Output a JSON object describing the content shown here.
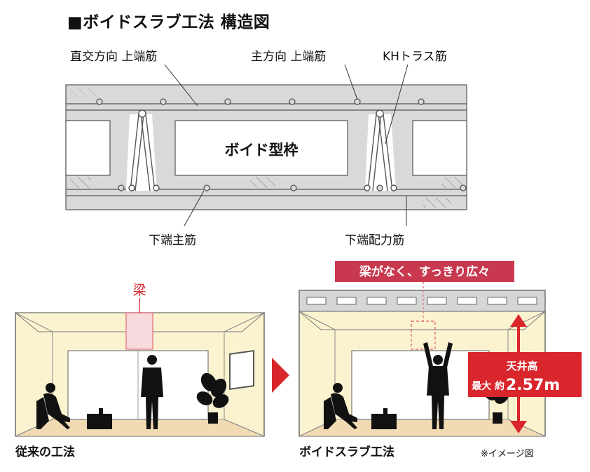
{
  "title": "■ボイドスラブ工法 構造図",
  "cross_section": {
    "labels": {
      "cross_top_rebar": "直交方向 上端筋",
      "main_top_rebar": "主方向 上端筋",
      "kh_truss": "KHトラス筋",
      "void_form": "ボイド型枠",
      "bottom_main_rebar": "下端主筋",
      "bottom_distribution_rebar": "下端配力筋"
    }
  },
  "comparison": {
    "beam_label": "梁",
    "no_beam_banner": "梁がなく、すっきり広々",
    "conventional_caption": "従来の工法",
    "void_caption": "ボイドスラブ工法",
    "image_note": "※イメージ図",
    "ceiling_badge": {
      "line1": "天井高",
      "line2_prefix": "最大 約",
      "line2_value": "2.57m"
    }
  },
  "colors": {
    "accent_red": "#d9262c",
    "banner_pink": "#c8394f",
    "beam_pink": "#e26a7a",
    "slab_gray": "#d8d8d8",
    "room_cream": "#fbf3cf",
    "floor_tan": "#f2dbb2"
  }
}
